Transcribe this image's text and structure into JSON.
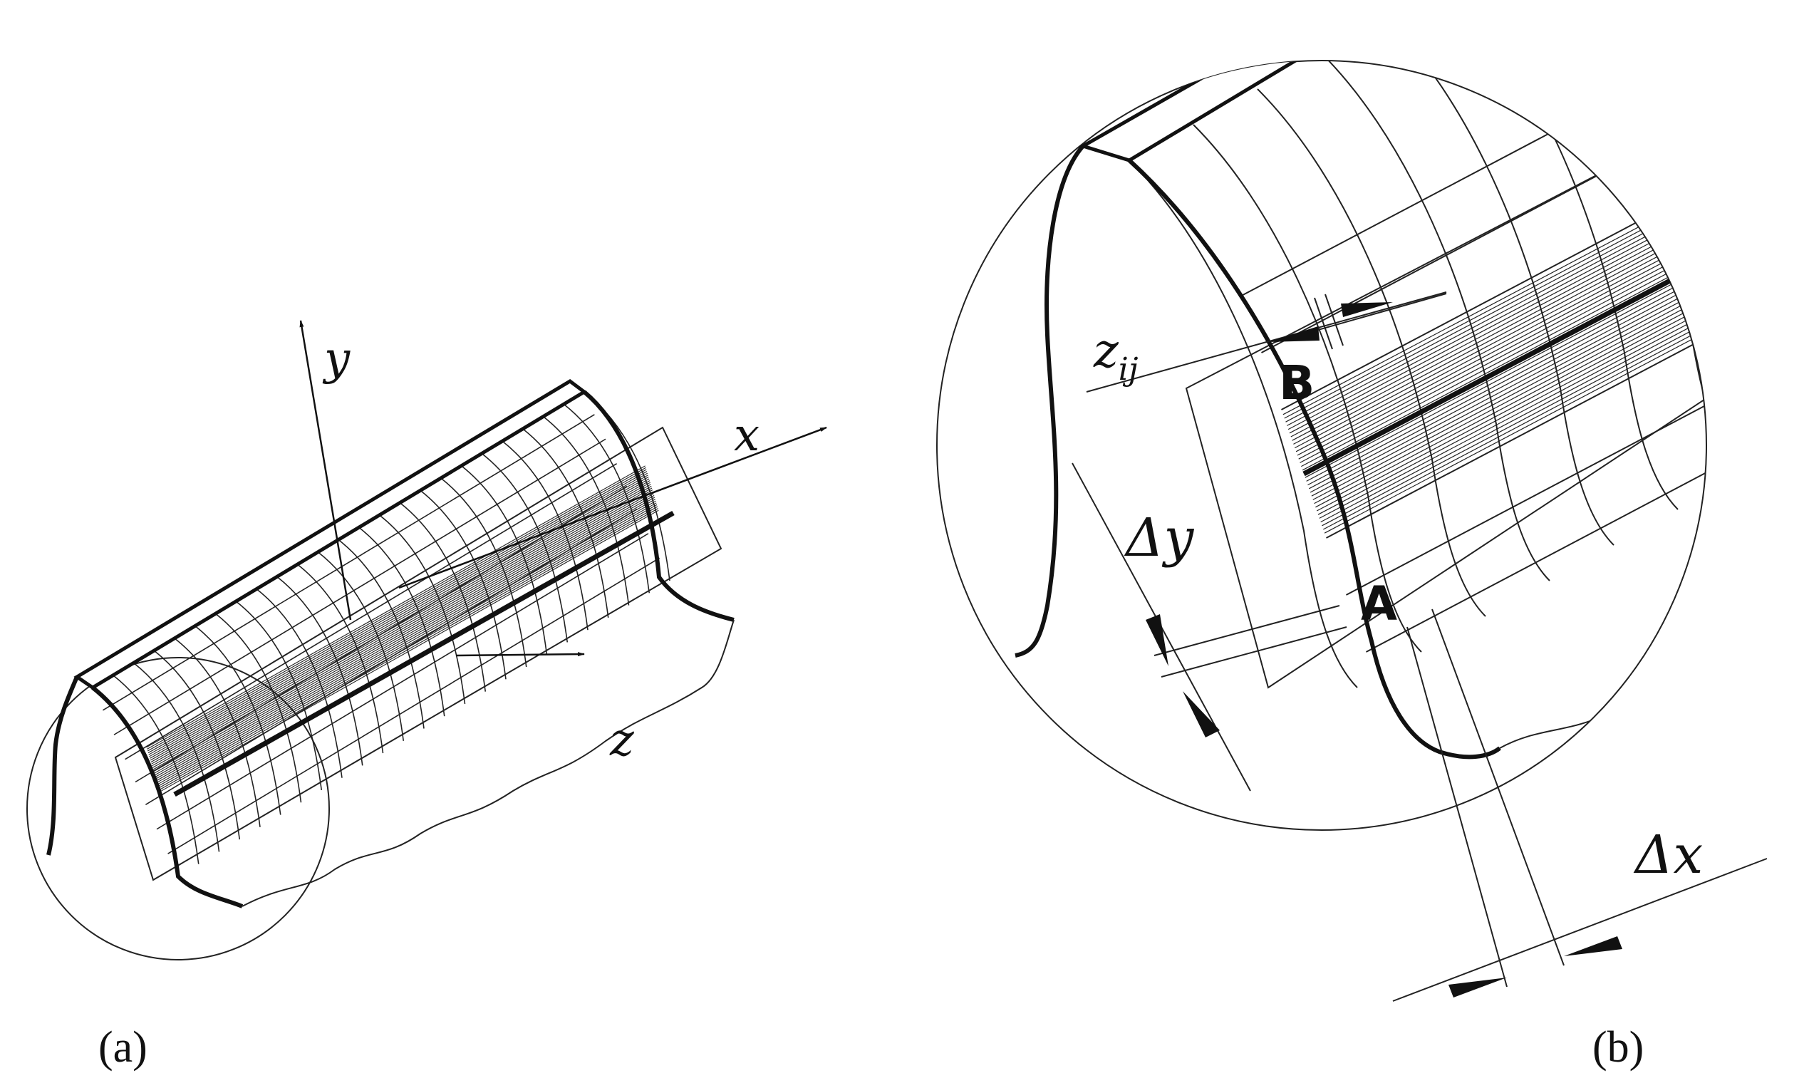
{
  "panel_a": {
    "caption": "(a)",
    "axis_x": "x",
    "axis_y": "y",
    "axis_z": "z"
  },
  "panel_b": {
    "caption": "(b)",
    "label_z": "z",
    "label_z_sub": "ij",
    "point_b": "B",
    "point_a": "A",
    "delta_y": "Δy",
    "delta_x": "Δx"
  }
}
